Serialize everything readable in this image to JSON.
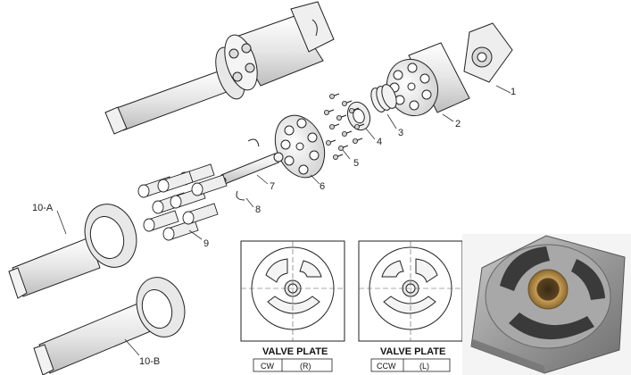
{
  "callouts": [
    {
      "id": "1",
      "text": "1"
    },
    {
      "id": "2",
      "text": "2"
    },
    {
      "id": "3",
      "text": "3"
    },
    {
      "id": "4",
      "text": "4"
    },
    {
      "id": "5",
      "text": "5"
    },
    {
      "id": "6",
      "text": "6"
    },
    {
      "id": "7",
      "text": "7"
    },
    {
      "id": "8",
      "text": "8"
    },
    {
      "id": "9",
      "text": "9"
    },
    {
      "id": "10A",
      "text": "10-A"
    },
    {
      "id": "10B",
      "text": "10-B"
    }
  ],
  "valve_plates": [
    {
      "title": "VALVE PLATE",
      "cells": [
        "CW",
        "(R)"
      ]
    },
    {
      "title": "VALVE PLATE",
      "cells": [
        "CCW",
        "(L)"
      ]
    }
  ],
  "colors": {
    "line": "#222222",
    "metal_light": "#f2f2f2",
    "metal_shade": "#cfcfcf",
    "photo_steel": "#8c8c8c",
    "photo_bronze": "#b08a4a"
  }
}
